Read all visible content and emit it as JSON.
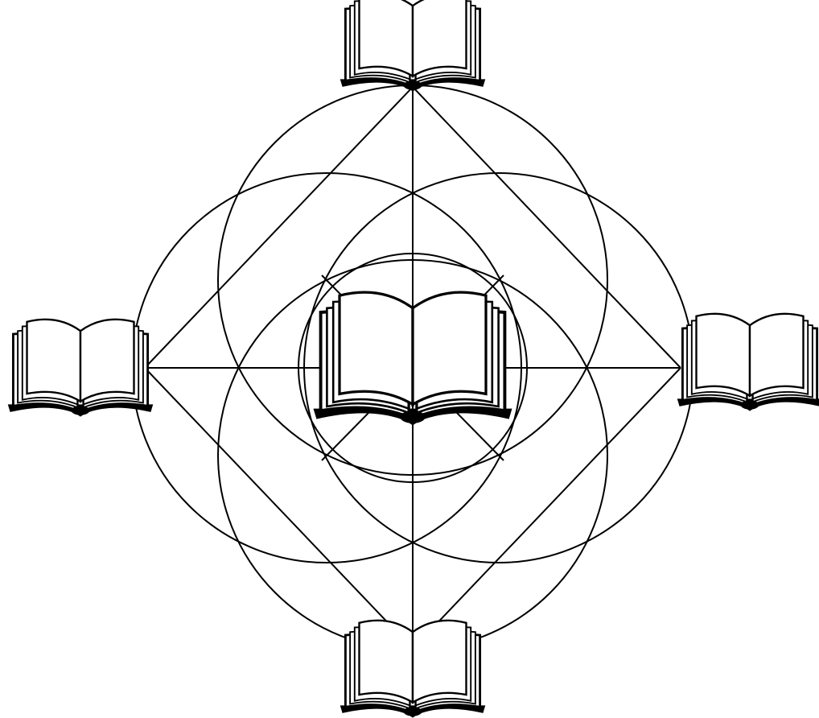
{
  "diagram": {
    "background_color": "#ffffff",
    "stroke_color": "#000000",
    "book_fill_color": "#ffffff",
    "nodes": [
      {
        "id": "center",
        "icon": "open-book-icon"
      },
      {
        "id": "top",
        "icon": "open-book-icon"
      },
      {
        "id": "left",
        "icon": "open-book-icon"
      },
      {
        "id": "right",
        "icon": "open-book-icon"
      },
      {
        "id": "bottom",
        "icon": "open-book-icon"
      }
    ],
    "edges": [
      [
        "top",
        "left"
      ],
      [
        "top",
        "right"
      ],
      [
        "bottom",
        "left"
      ],
      [
        "bottom",
        "right"
      ],
      [
        "top",
        "bottom"
      ],
      [
        "left",
        "right"
      ]
    ]
  }
}
